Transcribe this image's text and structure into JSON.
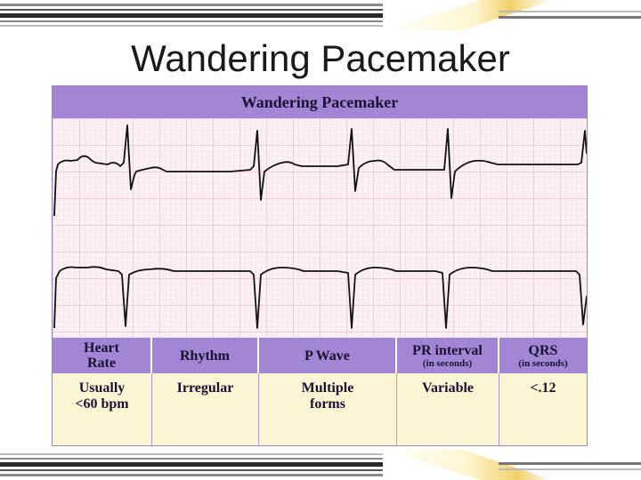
{
  "slide": {
    "title": "Wandering Pacemaker"
  },
  "figure": {
    "header": "Wandering Pacemaker",
    "table": {
      "columns": [
        {
          "header": [
            "Heart",
            "Rate"
          ],
          "sub": "",
          "value": [
            "Usually",
            "<60 bpm"
          ]
        },
        {
          "header": [
            "Rhythm"
          ],
          "sub": "",
          "value": [
            "Irregular"
          ]
        },
        {
          "header": [
            "P Wave"
          ],
          "sub": "",
          "value": [
            "Multiple",
            "forms"
          ]
        },
        {
          "header": [
            "PR interval"
          ],
          "sub": "(in seconds)",
          "value": [
            "Variable"
          ]
        },
        {
          "header": [
            "QRS"
          ],
          "sub": "(in seconds)",
          "value": [
            "<.12"
          ]
        }
      ]
    }
  },
  "colors": {
    "header_purple": "#a385d6",
    "table_yellow": "#fbf7d4",
    "grid_pink": "#f3bfd0",
    "grid_bg": "#fdf1f6",
    "trace": "#111111"
  }
}
